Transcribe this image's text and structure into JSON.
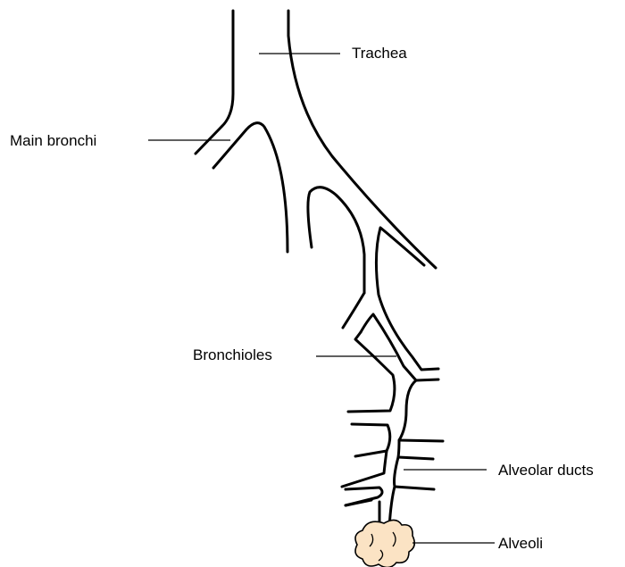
{
  "labels": {
    "trachea": "Trachea",
    "main_bronchi": "Main bronchi",
    "bronchioles": "Bronchioles",
    "alveolar_ducts": "Alveolar ducts",
    "alveoli": "Alveoli"
  },
  "colors": {
    "line": "#000000",
    "alveoli_fill": "#fbe3c4",
    "background": "#ffffff"
  }
}
